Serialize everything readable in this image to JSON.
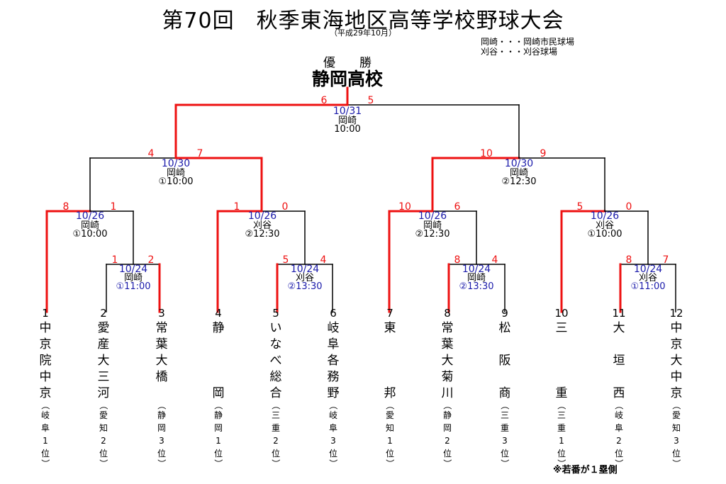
{
  "title": "第70回　秋季東海地区高等学校野球大会",
  "subtitle": "（平成29年10月）",
  "legend": [
    "岡崎・・・岡崎市民球場",
    "刈谷・・・刈谷球場"
  ],
  "champion_label": "優　　勝",
  "champion_name": "静岡高校",
  "footnote": "※若番が１塁側",
  "teams": [
    {
      "seed": "1",
      "name": [
        "中",
        "京",
        "院",
        "中",
        "京"
      ],
      "pref": [
        "（",
        "岐",
        "阜",
        "1",
        "位",
        "）"
      ]
    },
    {
      "seed": "2",
      "name": [
        "愛",
        "産",
        "大",
        "三",
        "河"
      ],
      "pref": [
        "（",
        "愛",
        "知",
        "2",
        "位",
        "）"
      ]
    },
    {
      "seed": "3",
      "name": [
        "常",
        "葉",
        "大",
        "橋"
      ],
      "pref": [
        "（",
        "静",
        "岡",
        "3",
        "位",
        "）"
      ]
    },
    {
      "seed": "4",
      "name": [
        "静",
        "岡"
      ],
      "pref": [
        "（",
        "静",
        "岡",
        "1",
        "位",
        "）"
      ]
    },
    {
      "seed": "5",
      "name": [
        "い",
        "な",
        "べ",
        "総",
        "合"
      ],
      "pref": [
        "（",
        "三",
        "重",
        "2",
        "位",
        "）"
      ]
    },
    {
      "seed": "6",
      "name": [
        "岐",
        "阜",
        "各",
        "務",
        "野"
      ],
      "pref": [
        "（",
        "岐",
        "阜",
        "3",
        "位",
        "）"
      ]
    },
    {
      "seed": "7",
      "name": [
        "東",
        "邦"
      ],
      "pref": [
        "（",
        "愛",
        "知",
        "1",
        "位",
        "）"
      ]
    },
    {
      "seed": "8",
      "name": [
        "常",
        "葉",
        "大",
        "菊",
        "川"
      ],
      "pref": [
        "（",
        "静",
        "岡",
        "2",
        "位",
        "）"
      ]
    },
    {
      "seed": "9",
      "name": [
        "松",
        "阪",
        "商"
      ],
      "pref": [
        "（",
        "三",
        "重",
        "3",
        "位",
        "）"
      ]
    },
    {
      "seed": "10",
      "name": [
        "三",
        "重"
      ],
      "pref": [
        "（",
        "三",
        "重",
        "1",
        "位",
        "）"
      ]
    },
    {
      "seed": "11",
      "name": [
        "大",
        "垣",
        "西"
      ],
      "pref": [
        "（",
        "岐",
        "阜",
        "2",
        "位",
        "）"
      ]
    },
    {
      "seed": "12",
      "name": [
        "中",
        "京",
        "大",
        "中",
        "京"
      ],
      "pref": [
        "（",
        "愛",
        "知",
        "3",
        "位",
        "）"
      ]
    }
  ],
  "matches": {
    "m1": {
      "date": "10/24",
      "venue": "岡崎",
      "time": "①11:00",
      "score_left": "1",
      "score_right": "2"
    },
    "m2": {
      "date": "10/24",
      "venue": "刈谷",
      "time": "②13:30",
      "score_left": "5",
      "score_right": "4"
    },
    "m3": {
      "date": "10/24",
      "venue": "岡崎",
      "time": "②13:30",
      "score_left": "8",
      "score_right": "4"
    },
    "m4": {
      "date": "10/24",
      "venue": "刈谷",
      "time": "①11:00",
      "score_left": "8",
      "score_right": "7"
    },
    "q1": {
      "date": "10/26",
      "venue": "岡崎",
      "time": "①10:00",
      "score_left": "8",
      "score_right": "1"
    },
    "q2": {
      "date": "10/26",
      "venue": "刈谷",
      "time": "②12:30",
      "score_left": "1",
      "score_right": "0"
    },
    "q3": {
      "date": "10/26",
      "venue": "岡崎",
      "time": "②12:30",
      "score_left": "10",
      "score_right": "6"
    },
    "q4": {
      "date": "10/26",
      "venue": "刈谷",
      "time": "①10:00",
      "score_left": "5",
      "score_right": "0"
    },
    "s1": {
      "date": "10/30",
      "venue": "岡崎",
      "time": "①10:00",
      "score_left": "4",
      "score_right": "7"
    },
    "s2": {
      "date": "10/30",
      "venue": "岡崎",
      "time": "②12:30",
      "score_left": "10",
      "score_right": "9"
    },
    "f": {
      "date": "10/31",
      "venue": "岡崎",
      "time": "10:00",
      "score_left": "6",
      "score_right": "5"
    }
  },
  "colors": {
    "winner_line": "#ee1111",
    "loser_line": "#000000",
    "date_text": "#1a1aaa",
    "score_text": "#ee1111"
  }
}
